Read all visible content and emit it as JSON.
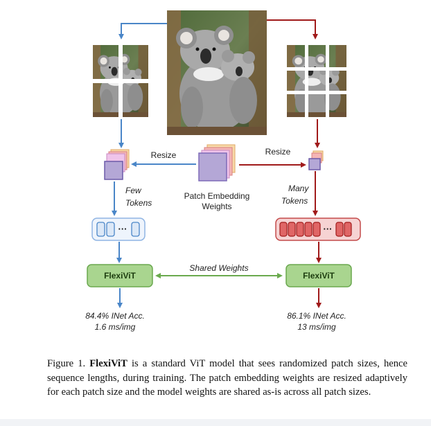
{
  "diagram": {
    "resize_left": "Resize",
    "resize_right": "Resize",
    "weights_label_line1": "Patch Embedding",
    "weights_label_line2": "Weights",
    "few_tokens_line1": "Few",
    "few_tokens_line2": "Tokens",
    "many_tokens_line1": "Many",
    "many_tokens_line2": "Tokens",
    "token_ellipsis": "···",
    "model_left": "FlexiViT",
    "model_right": "FlexiViT",
    "shared_weights": "Shared Weights",
    "left_result_line1": "84.4% INet Acc.",
    "left_result_line2": "1.6 ms/img",
    "right_result_line1": "86.1% INet Acc.",
    "right_result_line2": "13 ms/img",
    "colors": {
      "blue_arrow": "#4a86c8",
      "red_arrow": "#a01a1a",
      "green_arrow": "#6aaa4e",
      "model_box_fill": "#a9d58f",
      "model_box_stroke": "#6aa84f",
      "token_blue_fill": "#dce8f7",
      "token_red_fill": "#e06666",
      "patch_purple": "#b4a7d6"
    },
    "image_subject": "koala photo"
  },
  "caption": {
    "prefix": "Figure 1.",
    "bold_term": "FlexiViT",
    "body": "is a standard ViT model that sees randomized patch sizes, hence sequence lengths, during training. The patch embedding weights are resized adaptively for each patch size and the model weights are shared as-is across all patch sizes."
  }
}
